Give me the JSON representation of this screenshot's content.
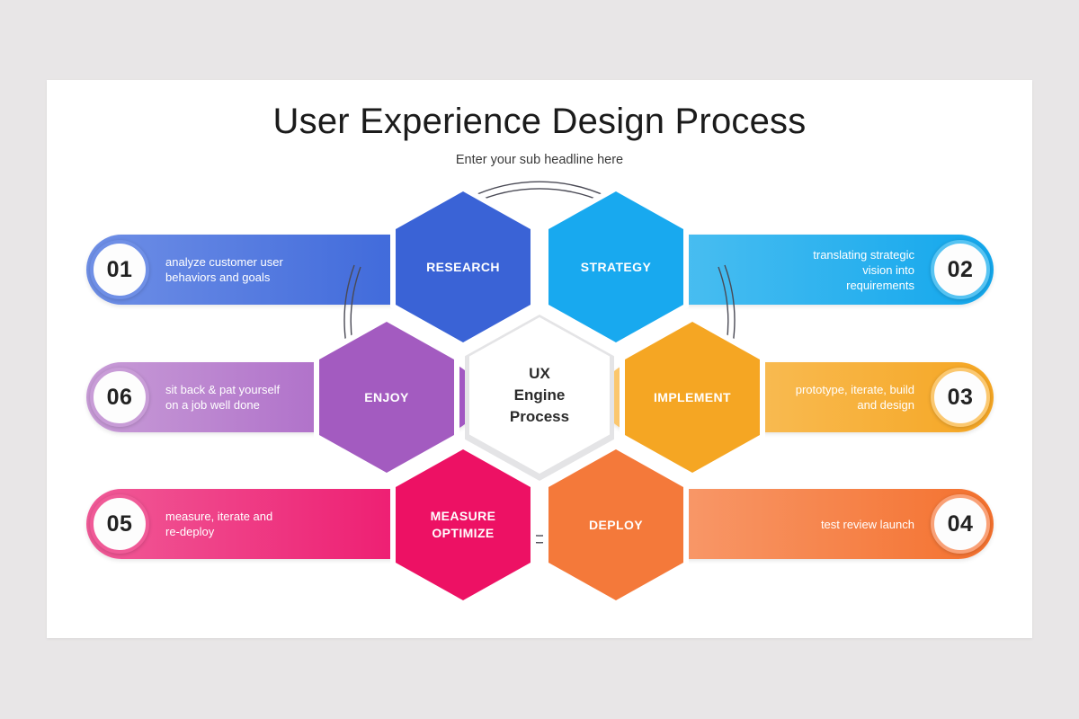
{
  "page": {
    "background_color": "#e8e6e7",
    "card_color": "#ffffff"
  },
  "header": {
    "title": "User Experience Design Process",
    "subtitle": "Enter your sub headline here"
  },
  "center": {
    "line1": "UX",
    "line2": "Engine",
    "line3": "Process"
  },
  "steps": [
    {
      "number": "01",
      "hex_label": "RESEARCH",
      "description_line1": "analyze customer user",
      "description_line2": "behaviors and goals",
      "side": "left",
      "bar_color_start": "#6f8fe6",
      "bar_color_end": "#3461d8",
      "hex_color": "#3a63d6",
      "bubble_ring_color": "#6f8fe6"
    },
    {
      "number": "02",
      "hex_label": "STRATEGY",
      "description_line1": "translating strategic",
      "description_line2": "vision into",
      "description_line3": "requirements",
      "side": "right",
      "bar_color_start": "#13a7ec",
      "bar_color_end": "#56c3f2",
      "hex_color": "#18a9ef",
      "bubble_ring_color": "#56c3f2"
    },
    {
      "number": "03",
      "hex_label": "IMPLEMENT",
      "description_line1": "prototype, iterate, build",
      "description_line2": "and design",
      "side": "right",
      "bar_color_start": "#f5a623",
      "bar_color_end": "#fbc870",
      "hex_color": "#f5a623",
      "bubble_ring_color": "#fbc870"
    },
    {
      "number": "04",
      "hex_label": "DEPLOY",
      "description_line1": "test review launch",
      "side": "right",
      "bar_color_start": "#f4712e",
      "bar_color_end": "#f9a177",
      "hex_color": "#f4793a",
      "bubble_ring_color": "#f9a177"
    },
    {
      "number": "05",
      "hex_label": "MEASURE OPTIMIZE",
      "hex_label_line1": "MEASURE",
      "hex_label_line2": "OPTIMIZE",
      "description_line1": "measure, iterate and",
      "description_line2": "re-deploy",
      "side": "left",
      "bar_color_start": "#f05a97",
      "bar_color_end": "#ed0f69",
      "hex_color": "#ed1164",
      "bubble_ring_color": "#f05a97"
    },
    {
      "number": "06",
      "hex_label": "ENJOY",
      "description_line1": "sit back & pat yourself",
      "description_line2": "on a job well done",
      "side": "left",
      "bar_color_start": "#c89cd7",
      "bar_color_end": "#a055c1",
      "hex_color": "#a35bc0",
      "bubble_ring_color": "#c89cd7"
    }
  ],
  "decor": {
    "ring_stroke_color": "#4a4a55"
  }
}
